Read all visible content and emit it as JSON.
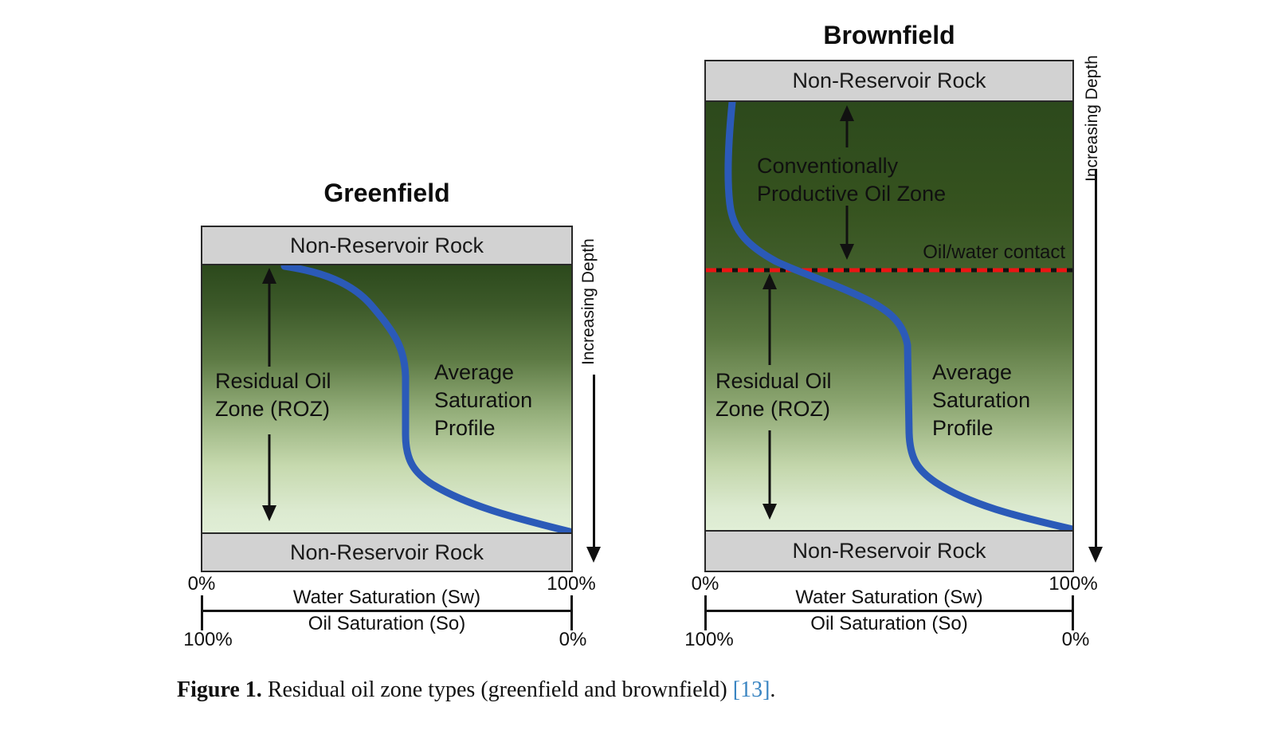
{
  "greenfield": {
    "title": "Greenfield",
    "top_band": "Non-Reservoir Rock",
    "bottom_band": "Non-Reservoir Rock",
    "roz": {
      "line1": "Residual Oil",
      "line2": "Zone (ROZ)"
    },
    "profile": {
      "line1": "Average",
      "line2": "Saturation",
      "line3": "Profile"
    },
    "depth_label": "Increasing Depth"
  },
  "brownfield": {
    "title": "Brownfield",
    "top_band": "Non-Reservoir Rock",
    "bottom_band": "Non-Reservoir Rock",
    "cpoz": {
      "line1": "Conventionally",
      "line2": "Productive Oil Zone"
    },
    "owc_label": "Oil/water contact",
    "roz": {
      "line1": "Residual Oil",
      "line2": "Zone (ROZ)"
    },
    "profile": {
      "line1": "Average",
      "line2": "Saturation",
      "line3": "Profile"
    },
    "depth_label": "Increasing Depth"
  },
  "axis": {
    "water": {
      "left_value": "0%",
      "right_value": "100%",
      "label": "Water Saturation (Sw)"
    },
    "oil": {
      "left_value": "100%",
      "right_value": "0%",
      "label": "Oil Saturation (So)"
    }
  },
  "caption": {
    "label": "Figure 1.",
    "text": " Residual oil zone types (greenfield and brownfield) ",
    "citation": "[13]",
    "suffix": "."
  },
  "colors": {
    "saturation_curve_blue": "#2b5ab8",
    "owc_dash_red": "#ee1313",
    "band_gray": "#d2d2d2",
    "gradient_top_green": "#2c491c",
    "gradient_bottom_green": "#e0eed6",
    "citation_blue": "#3a85c2"
  }
}
